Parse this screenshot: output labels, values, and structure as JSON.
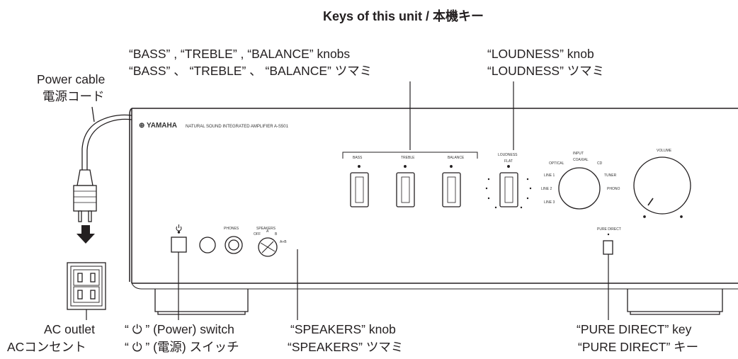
{
  "title": "Keys of this unit / 本機キー",
  "callouts": {
    "tone_en": "“BASS” , “TREBLE” , “BALANCE”  knobs",
    "tone_ja": "“BASS” 、 “TREBLE” 、 “BALANCE” ツマミ",
    "loud_en": "“LOUDNESS” knob",
    "loud_ja": "“LOUDNESS” ツマミ",
    "power_cable_en": "Power cable",
    "power_cable_ja": "電源コード",
    "ac_en": "AC outlet",
    "ac_ja": "ACコンセント",
    "power_sw_en": "“ ⏻ ” (Power) switch",
    "power_sw_ja": "“ ⏻ ” (電源) スイッチ",
    "spk_en": "“SPEAKERS”  knob",
    "spk_ja": "“SPEAKERS” ツマミ",
    "pure_en": "“PURE DIRECT” key",
    "pure_ja": "“PURE DIRECT” キー"
  },
  "panel": {
    "brand": "⊕ YAMAHA",
    "model": "NATURAL SOUND INTEGRATED AMPLIFIER   A-S501",
    "bass": "BASS",
    "treble": "TREBLE",
    "balance": "BALANCE",
    "loudness": "LOUDNESS",
    "flat": "FLAT",
    "input": "INPUT",
    "optical": "OPTICAL",
    "coaxial": "COAXIAL",
    "cd": "CD",
    "tuner": "TUNER",
    "phono": "PHONO",
    "line1": "LINE 1",
    "line2": "LINE 2",
    "line3": "LINE 3",
    "volume": "VOLUME",
    "phones": "PHONES",
    "speakers": "SPEAKERS",
    "off": "OFF",
    "a": "A",
    "b": "B",
    "ab": "A+B",
    "pure_direct": "PURE DIRECT"
  }
}
